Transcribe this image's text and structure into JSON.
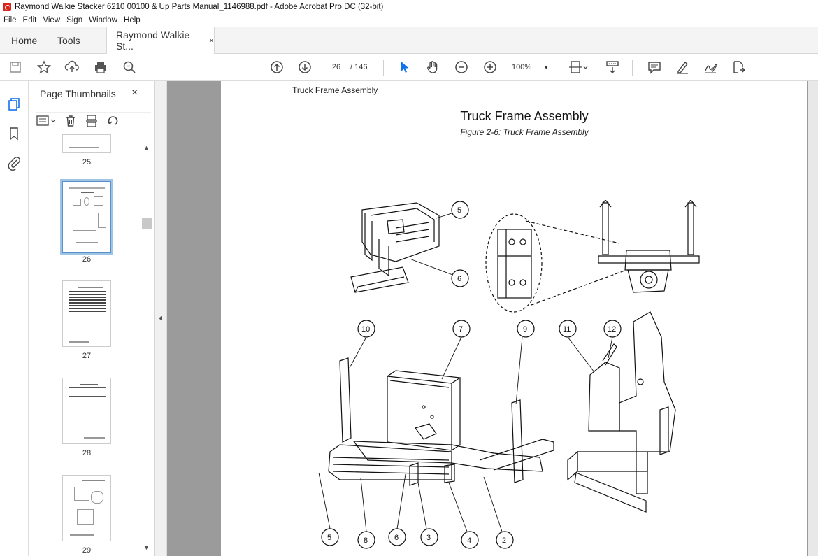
{
  "window": {
    "title": "Raymond Walkie Stacker 6210 00100 & Up Parts Manual_1146988.pdf - Adobe Acrobat Pro DC (32-bit)"
  },
  "menu": [
    "File",
    "Edit",
    "View",
    "Sign",
    "Window",
    "Help"
  ],
  "tabs": {
    "home": "Home",
    "tools": "Tools",
    "doc": "Raymond Walkie St...",
    "close": "×"
  },
  "toolbar": {
    "page_current": "26",
    "page_total": "/ 146",
    "zoom": "100%"
  },
  "thumbnails": {
    "header": "Page Thumbnails",
    "close": "×",
    "pages": [
      "25",
      "26",
      "27",
      "28",
      "29"
    ],
    "selected": "26"
  },
  "document": {
    "running_head": "Truck Frame Assembly",
    "title": "Truck Frame Assembly",
    "caption": "Figure 2-6: Truck Frame Assembly",
    "callouts": [
      "5",
      "6",
      "10",
      "7",
      "9",
      "11",
      "12",
      "5",
      "8",
      "6",
      "3",
      "4",
      "2"
    ]
  },
  "colors": {
    "viewer_bg": "#9b9b9b",
    "selection": "#9ec5e8",
    "accent": "#1473e6"
  }
}
